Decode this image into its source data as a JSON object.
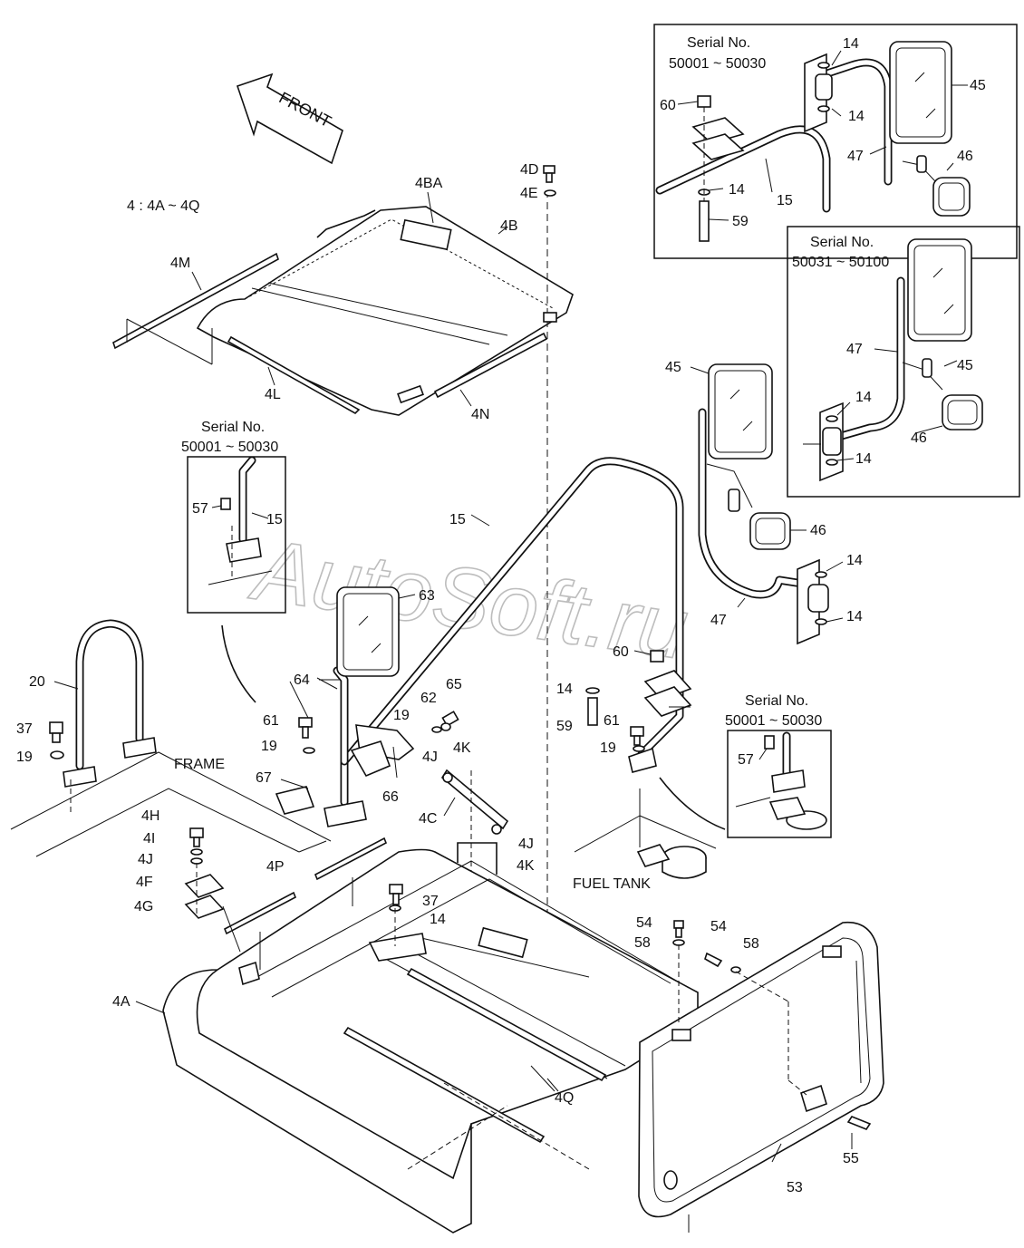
{
  "orientation": {
    "front_label": "FRONT"
  },
  "assembly_note": "4 : 4A ~ 4Q",
  "context_labels": {
    "frame": "FRAME",
    "fuel_tank": "FUEL TANK"
  },
  "watermark": "AutoSoft.ru",
  "insets": [
    {
      "id": "top-right",
      "title": "Serial No.",
      "range": "50001 ~ 50030"
    },
    {
      "id": "middle-right",
      "title": "Serial No.",
      "range": "50031 ~ 50100"
    },
    {
      "id": "left",
      "title": "Serial No.",
      "range": "50001 ~ 50030"
    },
    {
      "id": "lower-right",
      "title": "Serial No.",
      "range": "50001 ~ 50030"
    }
  ],
  "callouts": [
    "14",
    "14",
    "60",
    "45",
    "47",
    "46",
    "14",
    "15",
    "59",
    "47",
    "45",
    "14",
    "46",
    "14",
    "4D",
    "4E",
    "4BA",
    "4B",
    "4M",
    "4L",
    "4N",
    "15",
    "57",
    "45",
    "46",
    "14",
    "14",
    "47",
    "63",
    "15",
    "20",
    "37",
    "19",
    "64",
    "61",
    "19",
    "62",
    "65",
    "19",
    "67",
    "66",
    "60",
    "14",
    "59",
    "61",
    "19",
    "57",
    "4J",
    "4K",
    "4C",
    "4J",
    "4K",
    "4H",
    "4I",
    "4J",
    "4F",
    "4G",
    "4P",
    "37",
    "14",
    "54",
    "58",
    "54",
    "58",
    "4A",
    "4Q",
    "55",
    "53"
  ]
}
